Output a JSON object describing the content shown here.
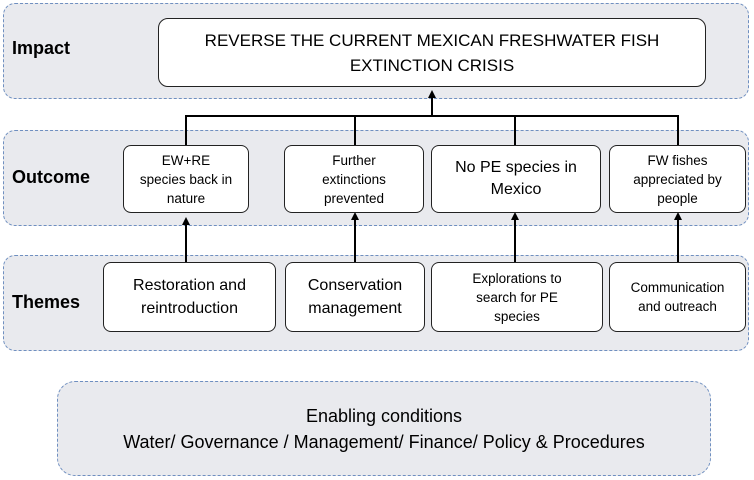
{
  "rows": {
    "impact": "Impact",
    "outcome": "Outcome",
    "themes": "Themes"
  },
  "impact_box": "REVERSE THE CURRENT MEXICAN FRESHWATER FISH\nEXTINCTION CRISIS",
  "outcomes": [
    "EW+RE\nspecies back in\nnature",
    "Further\nextinctions\nprevented",
    "No PE species in\nMexico",
    "FW fishes\nappreciated by\npeople"
  ],
  "themes": [
    "Restoration and\nreintroduction",
    "Conservation\nmanagement",
    "Explorations to\nsearch  for PE\nspecies",
    "Communication\nand outreach"
  ],
  "enabling": {
    "title": "Enabling conditions",
    "items": "Water/ Governance / Management/ Finance/ Policy & Procedures"
  },
  "colors": {
    "band_fill": "#e9eaee",
    "band_border": "#6f8fc0",
    "line": "#000000"
  }
}
